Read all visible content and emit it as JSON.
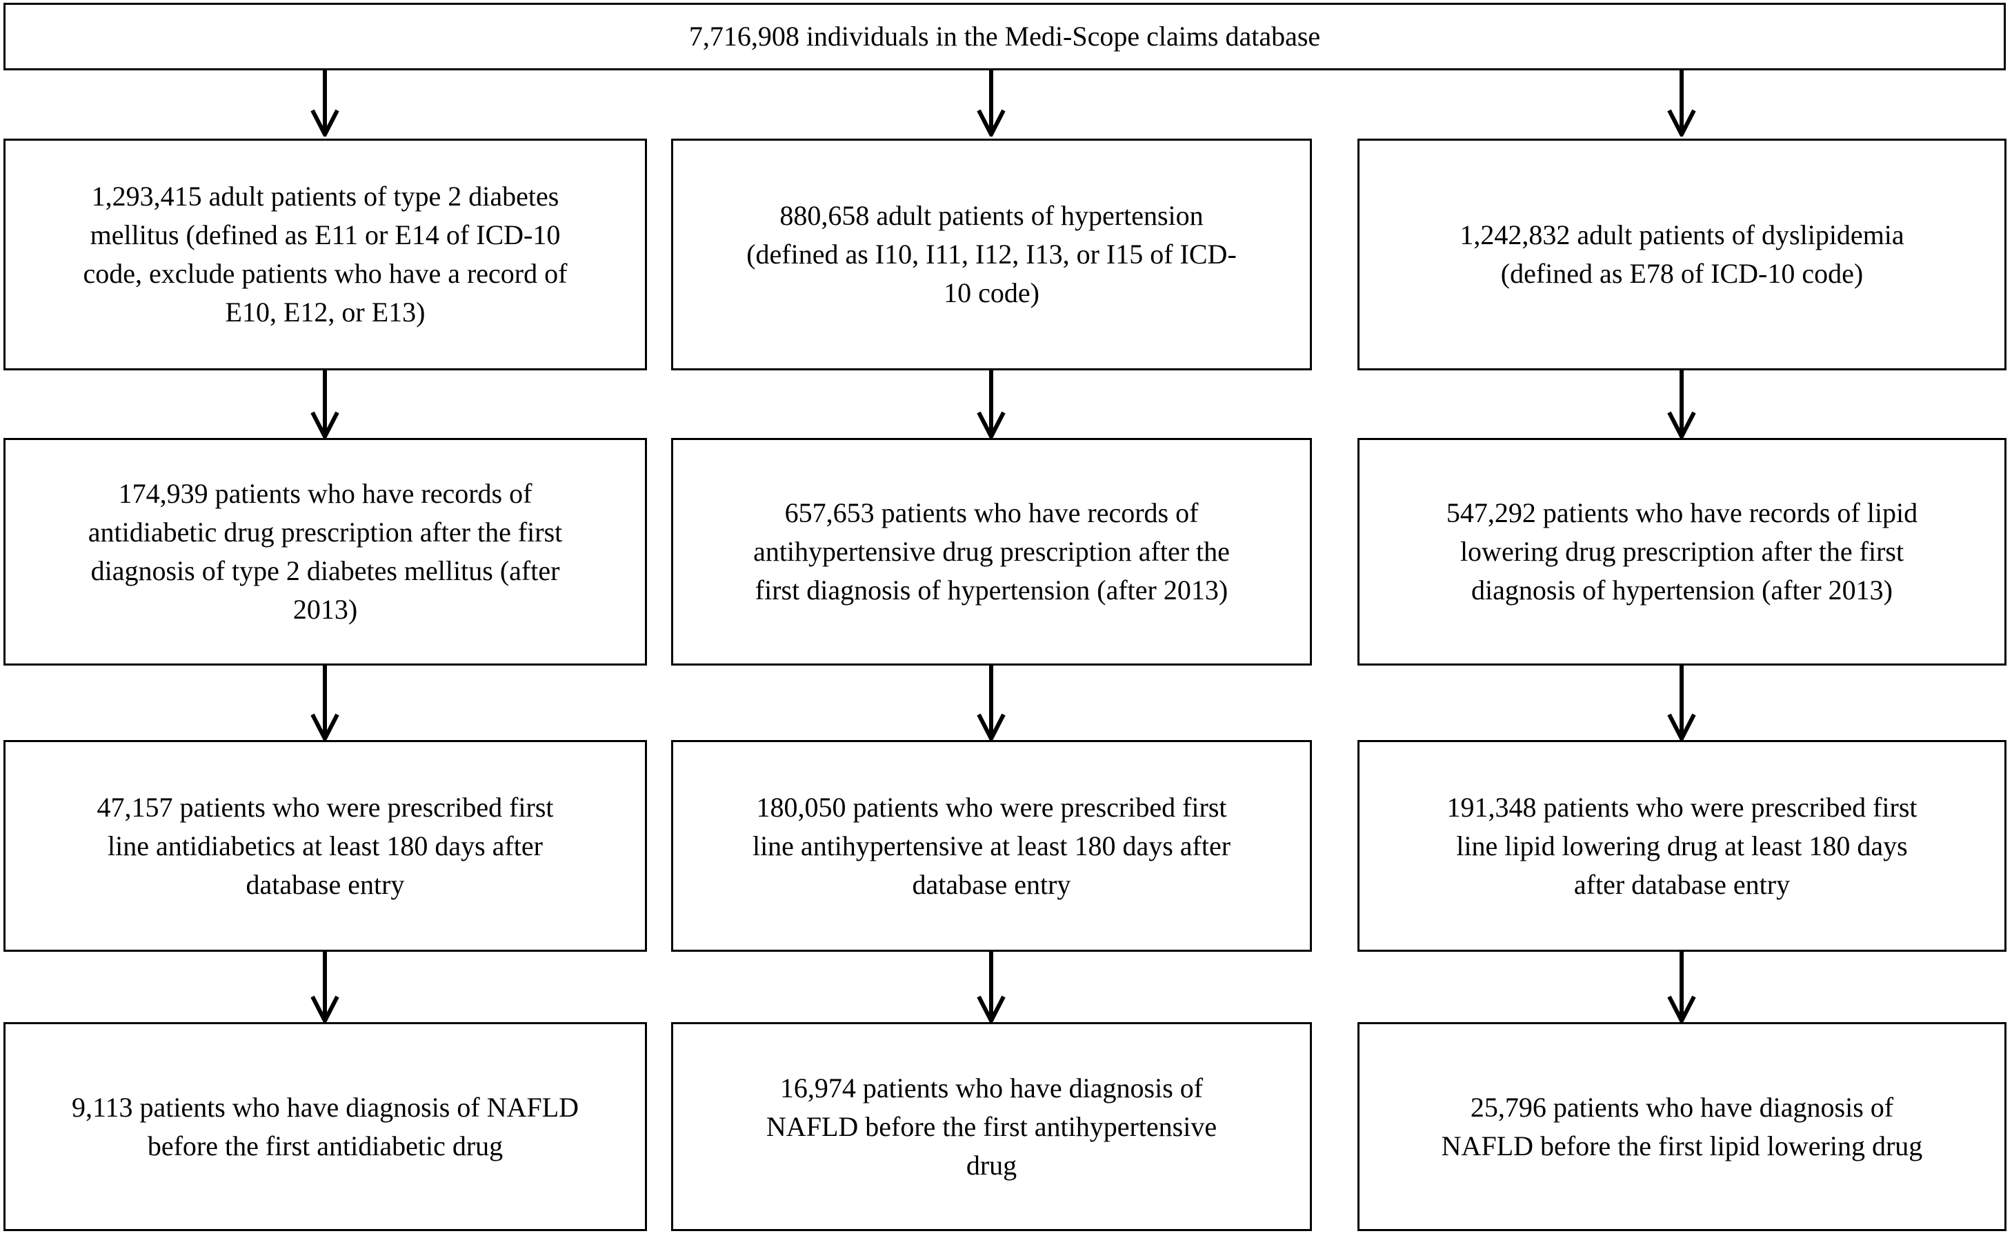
{
  "flow": {
    "root": {
      "text": "7,716,908 individuals in the Medi-Scope claims database"
    },
    "columns": [
      {
        "name": "type-2-diabetes",
        "steps": [
          {
            "text": "1,293,415 adult patients of type 2 diabetes\nmellitus (defined as E11 or E14 of ICD-10\ncode, exclude patients who have a record of\nE10, E12, or E13)"
          },
          {
            "text": "174,939 patients who have records of\nantidiabetic drug prescription after the first\ndiagnosis of type 2 diabetes mellitus (after\n2013)"
          },
          {
            "text": "47,157 patients who were prescribed first\nline antidiabetics at least 180 days after\ndatabase entry"
          },
          {
            "text": "9,113 patients who have diagnosis of NAFLD\nbefore the first antidiabetic drug"
          }
        ]
      },
      {
        "name": "hypertension",
        "steps": [
          {
            "text": "880,658 adult patients of hypertension\n(defined as I10, I11, I12, I13, or I15 of ICD-\n10 code)"
          },
          {
            "text": "657,653 patients who have records of\nantihypertensive drug prescription after the\nfirst diagnosis of hypertension (after 2013)"
          },
          {
            "text": "180,050 patients who were prescribed first\nline antihypertensive at least 180 days after\ndatabase entry"
          },
          {
            "text": "16,974 patients who have diagnosis of\nNAFLD before the first antihypertensive\ndrug"
          }
        ]
      },
      {
        "name": "dyslipidemia",
        "steps": [
          {
            "text": "1,242,832 adult patients of dyslipidemia\n(defined as E78 of ICD-10 code)"
          },
          {
            "text": "547,292 patients who have records of lipid\nlowering drug prescription after the first\ndiagnosis of hypertension (after 2013)"
          },
          {
            "text": "191,348 patients who were prescribed first\nline lipid lowering drug at least 180 days\nafter database entry"
          },
          {
            "text": "25,796 patients who have diagnosis of\nNAFLD before the first lipid lowering drug"
          }
        ]
      }
    ]
  },
  "style": {
    "border_color": "#000000",
    "background_color": "#ffffff",
    "text_color": "#000000"
  }
}
